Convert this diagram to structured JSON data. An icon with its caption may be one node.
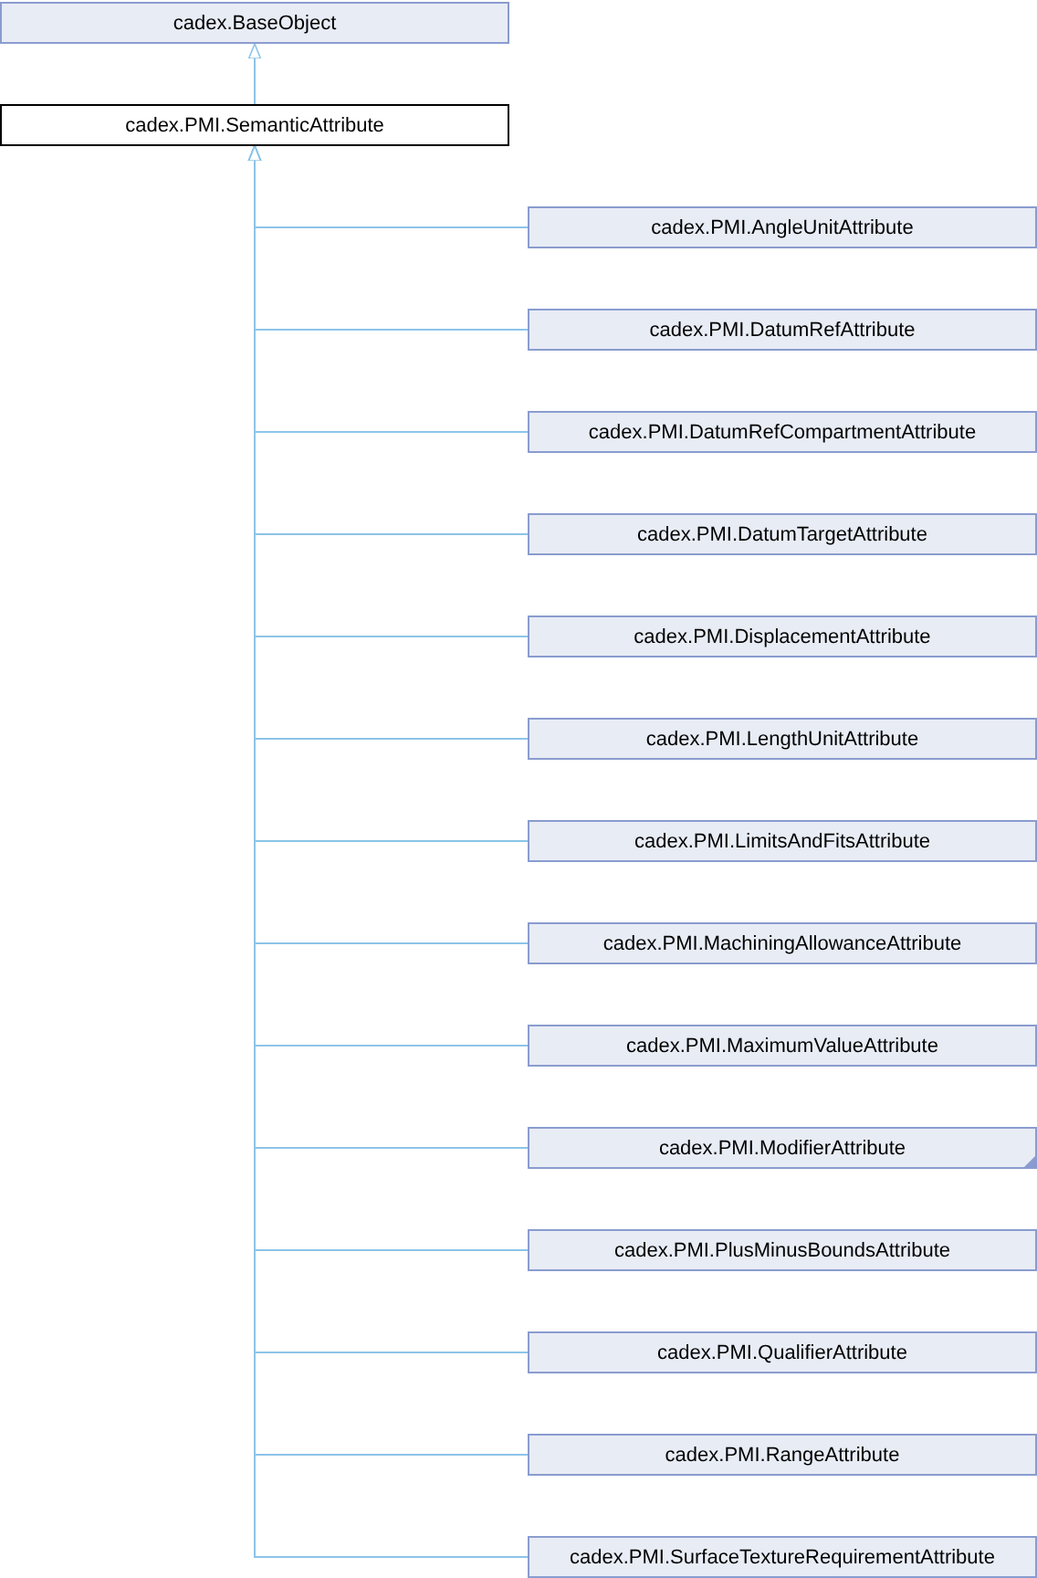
{
  "diagram": {
    "nodes": [
      {
        "text": [
          "cadex.BaseObject"
        ]
      },
      {
        "text": [
          "cadex.PMI.SemanticAttribute"
        ]
      },
      {
        "text": [
          "cadex.PMI.AngleUnitAttribute"
        ]
      },
      {
        "text": [
          "cadex.PMI.DatumRefAttribute"
        ]
      },
      {
        "text": [
          "cadex.PMI.DatumRefCompartmentAttribute"
        ]
      },
      {
        "text": [
          "cadex.PMI.DatumTargetAttribute"
        ]
      },
      {
        "text": [
          "cadex.PMI.DisplacementAttribute"
        ]
      },
      {
        "text": [
          "cadex.PMI.LengthUnitAttribute"
        ]
      },
      {
        "text": [
          "cadex.PMI.LimitsAndFitsAttribute"
        ]
      },
      {
        "text": [
          "cadex.PMI.MachiningAllowanceAttribute"
        ]
      },
      {
        "text": [
          "cadex.PMI.MaximumValueAttribute"
        ]
      },
      {
        "text": [
          "cadex.PMI.ModifierAttribute"
        ]
      },
      {
        "text": [
          "cadex.PMI.PlusMinusBoundsAttribute"
        ]
      },
      {
        "text": [
          "cadex.PMI.QualifierAttribute"
        ]
      },
      {
        "text": [
          "cadex.PMI.RangeAttribute"
        ]
      },
      {
        "text": [
          "cadex.PMI.SurfaceTextureRequirementAttribute"
        ]
      }
    ],
    "edges": [
      {
        "from": 1,
        "to": 0,
        "arrow": "to"
      },
      {
        "from": 2,
        "to": 1,
        "arrow": "to"
      },
      {
        "from": 3,
        "to": 1,
        "arrow": "to"
      },
      {
        "from": 4,
        "to": 1,
        "arrow": "to"
      },
      {
        "from": 5,
        "to": 1,
        "arrow": "to"
      },
      {
        "from": 6,
        "to": 1,
        "arrow": "to"
      },
      {
        "from": 7,
        "to": 1,
        "arrow": "to"
      },
      {
        "from": 8,
        "to": 1,
        "arrow": "to"
      },
      {
        "from": 9,
        "to": 1,
        "arrow": "to"
      },
      {
        "from": 10,
        "to": 1,
        "arrow": "to"
      },
      {
        "from": 11,
        "to": 1,
        "arrow": "to"
      },
      {
        "from": 12,
        "to": 1,
        "arrow": "to"
      },
      {
        "from": 13,
        "to": 1,
        "arrow": "to"
      },
      {
        "from": 14,
        "to": 1,
        "arrow": "to"
      },
      {
        "from": 15,
        "to": 1,
        "arrow": "to"
      }
    ]
  }
}
